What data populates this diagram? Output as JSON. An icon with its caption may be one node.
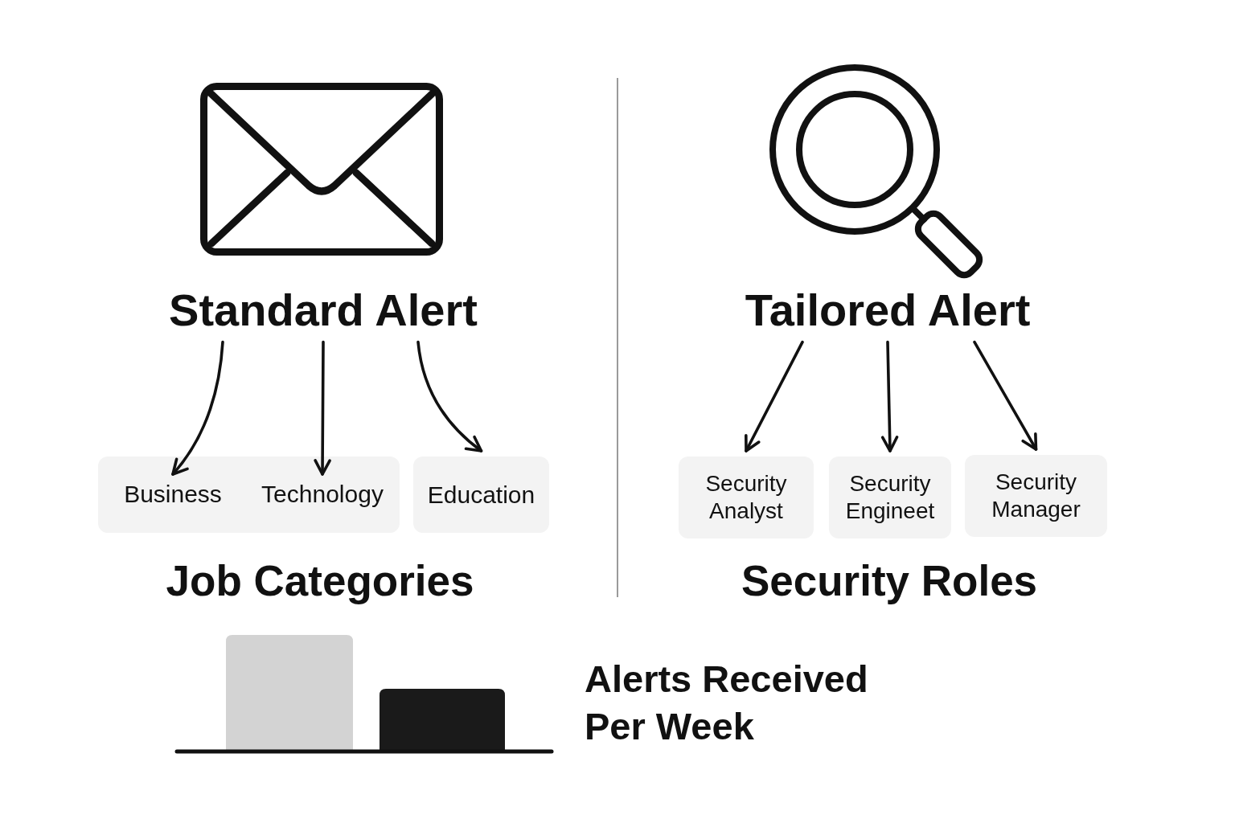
{
  "diagram": {
    "nodes": [
      {
        "text": [
          "Standard Alert"
        ]
      },
      {
        "text": [],
        "shape": "box"
      },
      {
        "text": [
          "Business"
        ],
        "in": 1
      },
      {
        "text": [
          "Technology"
        ],
        "in": 1
      },
      {
        "text": [
          "Education"
        ]
      },
      {
        "text": [
          "Tailored Alert"
        ]
      },
      {
        "text": [
          "Security Analyst"
        ]
      },
      {
        "text": [
          "Security Engineet"
        ]
      },
      {
        "text": [
          "Security Manager"
        ]
      }
    ],
    "edges": [
      {
        "from": 0,
        "to": 2,
        "arrow": "to"
      },
      {
        "from": 0,
        "to": 3,
        "arrow": "to"
      },
      {
        "from": 0,
        "to": 4,
        "arrow": "to"
      },
      {
        "from": 5,
        "to": 6,
        "arrow": "to"
      },
      {
        "from": 5,
        "to": 7,
        "arrow": "to"
      },
      {
        "from": 5,
        "to": 8,
        "arrow": "to"
      }
    ],
    "labels": [
      "Job Categories",
      "Security Roles",
      "Alerts Received Per Week"
    ]
  }
}
